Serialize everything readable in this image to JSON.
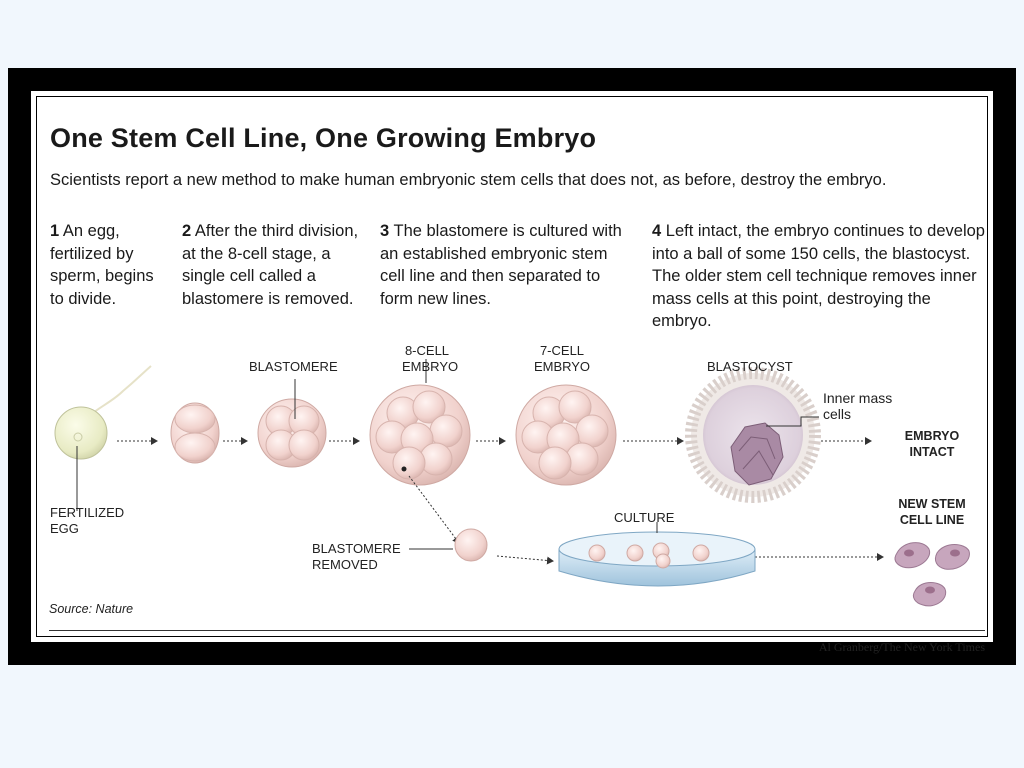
{
  "title": "One Stem Cell Line, One Growing Embryo",
  "subtitle": "Scientists report a new method to make human embryonic stem cells that does not, as before, destroy the embryo.",
  "steps": [
    {
      "num": "1",
      "text": "An egg, fertilized by sperm, begins to divide."
    },
    {
      "num": "2",
      "text": "After the third division, at the 8-cell stage, a single cell called a blastomere is removed."
    },
    {
      "num": "3",
      "text": "The blastomere is cultured with an established embryonic stem cell line and then separated to form new lines."
    },
    {
      "num": "4",
      "text": "Left intact, the embryo continues to develop into a ball of some 150 cells, the blastocyst. The older stem cell technique removes inner mass cells at this point, destroying the embryo."
    }
  ],
  "labels": {
    "fertilized_egg_1": "FERTILIZED",
    "fertilized_egg_2": "EGG",
    "blastomere": "BLASTOMERE",
    "eight_cell_1": "8-CELL",
    "eight_cell_2": "EMBRYO",
    "seven_cell_1": "7-CELL",
    "seven_cell_2": "EMBRYO",
    "blastocyst": "BLASTOCYST",
    "inner_mass_1": "Inner mass",
    "inner_mass_2": "cells",
    "embryo_intact_1": "EMBRYO",
    "embryo_intact_2": "INTACT",
    "new_stem_1": "NEW STEM",
    "new_stem_2": "CELL LINE",
    "culture": "CULTURE",
    "blastomere_removed_1": "BLASTOMERE",
    "blastomere_removed_2": "REMOVED"
  },
  "source": "Source: Nature",
  "credit": "Al Granberg/The New York Times",
  "colors": {
    "background": "#f1f7fd",
    "frame": "#000000",
    "cell_fill": "#f3d6d2",
    "egg_fill": "#eef0cf",
    "stem_cell": "#c7a6bd"
  }
}
